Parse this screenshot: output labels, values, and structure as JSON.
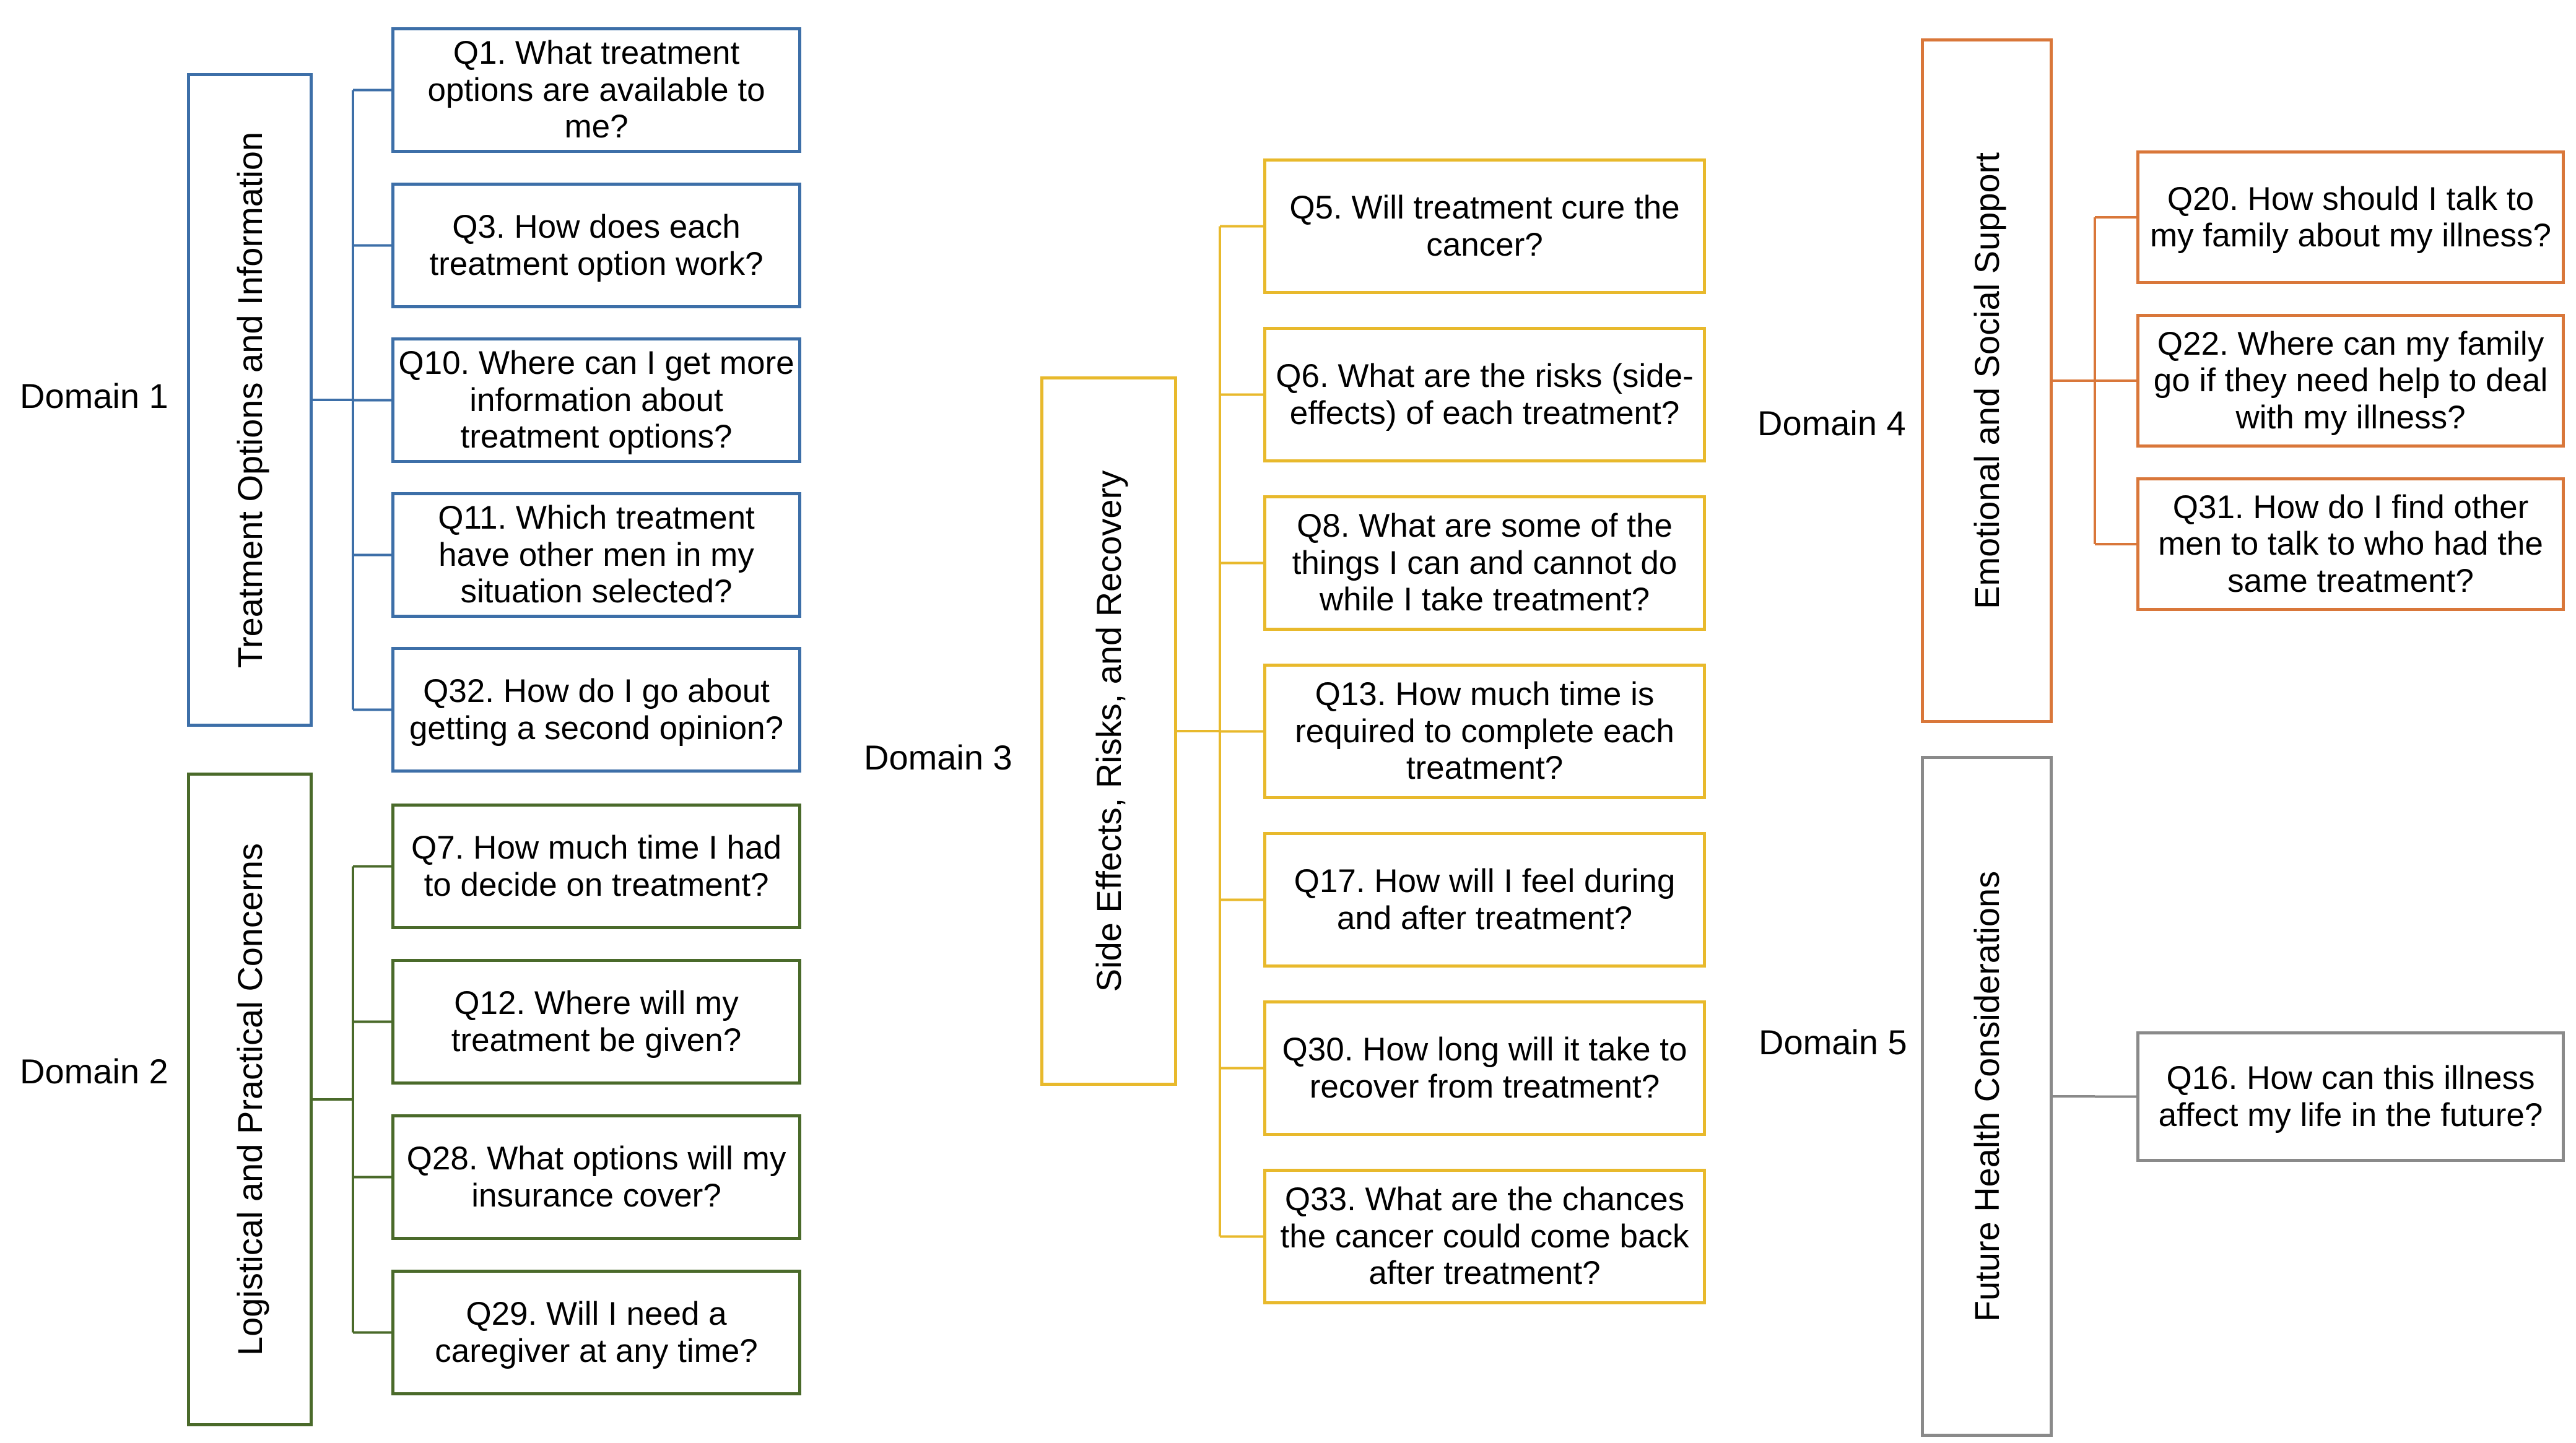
{
  "colors": {
    "domain1": "#3D6FA8",
    "domain2": "#4A6A2A",
    "domain3": "#E8B92C",
    "domain4": "#D9773A",
    "domain5": "#8A8A8A"
  },
  "domains": [
    {
      "label": "Domain 1",
      "category": "Treatment Options and Information",
      "questions": [
        "Q1. What treatment options are available to me?",
        "Q3. How does each treatment option work?",
        "Q10. Where can I get more information about treatment options?",
        "Q11. Which treatment have other men in my situation selected?",
        "Q32. How do I go about getting a second opinion?"
      ]
    },
    {
      "label": "Domain 2",
      "category": "Logistical and Practical Concerns",
      "questions": [
        "Q7. How much time I had to decide on treatment?",
        "Q12. Where will my treatment be given?",
        "Q28. What options will my insurance cover?",
        "Q29. Will I need a caregiver at any time?"
      ]
    },
    {
      "label": "Domain 3",
      "category": "Side Effects, Risks, and Recovery",
      "questions": [
        "Q5. Will treatment cure the cancer?",
        "Q6. What are the risks (side-effects) of each treatment?",
        "Q8. What are some of the things I can and cannot do while I take treatment?",
        "Q13. How much time is required to complete each treatment?",
        "Q17. How will I feel during and after treatment?",
        "Q30. How long will it take to recover from treatment?",
        "Q33. What are the chances the cancer could come back after treatment?"
      ]
    },
    {
      "label": "Domain 4",
      "category": "Emotional and Social Support",
      "questions": [
        "Q20. How should I talk to my family about my illness?",
        "Q22. Where can my family go if they need help to deal with my illness?",
        "Q31. How do I find other men to talk to who had the same treatment?"
      ]
    },
    {
      "label": "Domain 5",
      "category": "Future Health Considerations",
      "questions": [
        "Q16. How can this illness affect my life in the future?"
      ]
    }
  ]
}
